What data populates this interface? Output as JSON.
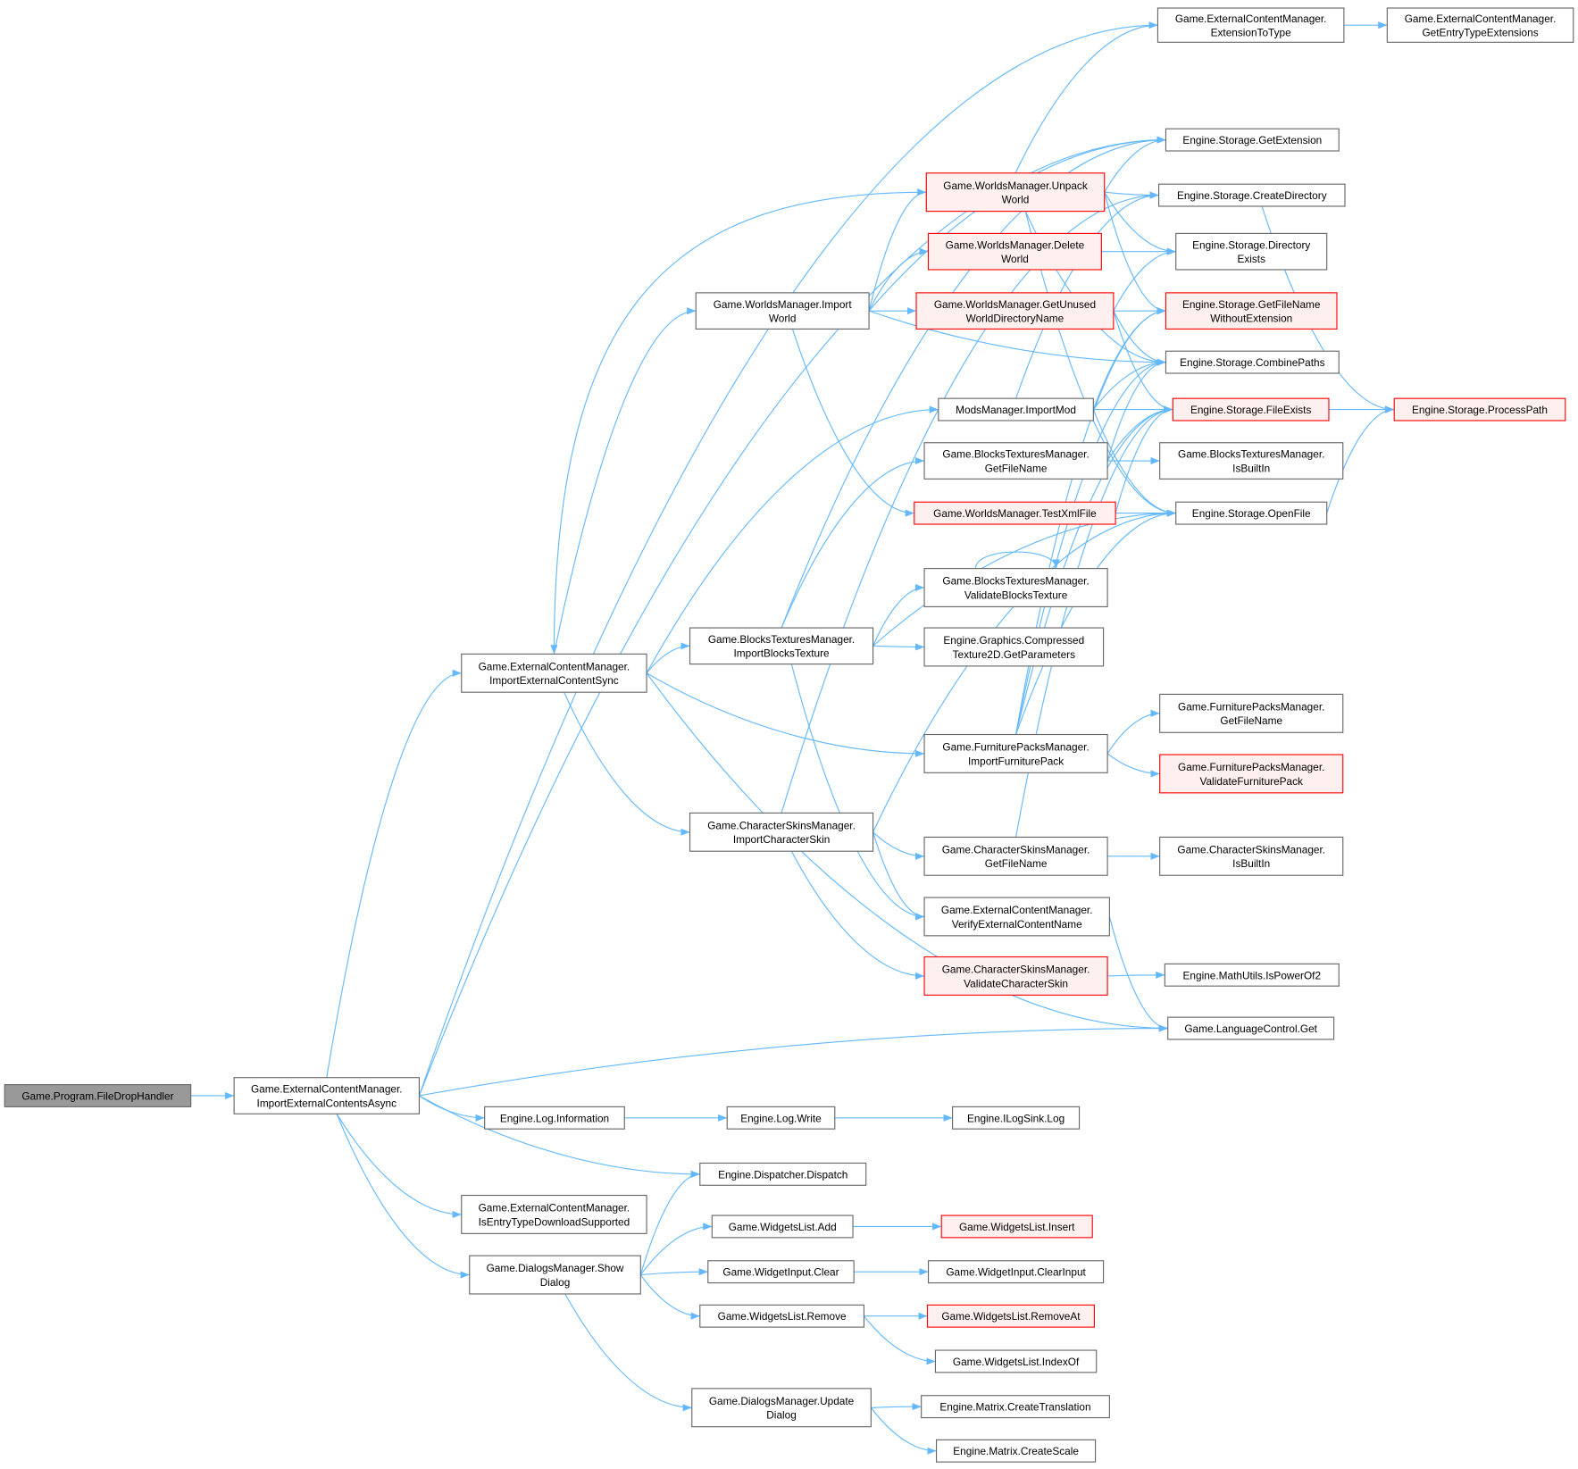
{
  "title": "Call graph of Game.Program.FileDropHandler",
  "colors": {
    "edge": "#63b8ff",
    "highlight_border": "#ff0000",
    "highlight_fill": "#fff0f0",
    "root_fill": "#999999"
  },
  "nodes": [
    {
      "id": "root",
      "lines": [
        "Game.Program.FileDropHandler"
      ],
      "style": "gray"
    },
    {
      "id": "asyncImp",
      "lines": [
        "Game.ExternalContentManager.",
        "ImportExternalContentsAsync"
      ],
      "style": ""
    },
    {
      "id": "extToType",
      "lines": [
        "Game.ExternalContentManager.",
        "ExtensionToType"
      ],
      "style": ""
    },
    {
      "id": "entryExt",
      "lines": [
        "Game.ExternalContentManager.",
        "GetEntryTypeExtensions"
      ],
      "style": ""
    },
    {
      "id": "getExt",
      "lines": [
        "Engine.Storage.GetExtension"
      ],
      "style": ""
    },
    {
      "id": "unpack",
      "lines": [
        "Game.WorldsManager.Unpack",
        "World"
      ],
      "style": "red"
    },
    {
      "id": "createDir",
      "lines": [
        "Engine.Storage.CreateDirectory"
      ],
      "style": ""
    },
    {
      "id": "deleteWorld",
      "lines": [
        "Game.WorldsManager.Delete",
        "World"
      ],
      "style": "red"
    },
    {
      "id": "dirExists",
      "lines": [
        "Engine.Storage.Directory",
        "Exists"
      ],
      "style": ""
    },
    {
      "id": "importWorld",
      "lines": [
        "Game.WorldsManager.Import",
        "World"
      ],
      "style": ""
    },
    {
      "id": "unusedDir",
      "lines": [
        "Game.WorldsManager.GetUnused",
        "WorldDirectoryName"
      ],
      "style": "red"
    },
    {
      "id": "fnNoExt",
      "lines": [
        "Engine.Storage.GetFileName",
        "WithoutExtension"
      ],
      "style": "red"
    },
    {
      "id": "combine",
      "lines": [
        "Engine.Storage.CombinePaths"
      ],
      "style": ""
    },
    {
      "id": "importMod",
      "lines": [
        "ModsManager.ImportMod"
      ],
      "style": ""
    },
    {
      "id": "fileExists",
      "lines": [
        "Engine.Storage.FileExists"
      ],
      "style": "red"
    },
    {
      "id": "processPath",
      "lines": [
        "Engine.Storage.ProcessPath"
      ],
      "style": "red"
    },
    {
      "id": "btGetFile",
      "lines": [
        "Game.BlocksTexturesManager.",
        "GetFileName"
      ],
      "style": ""
    },
    {
      "id": "btBuiltIn",
      "lines": [
        "Game.BlocksTexturesManager.",
        "IsBuiltIn"
      ],
      "style": ""
    },
    {
      "id": "testXml",
      "lines": [
        "Game.WorldsManager.TestXmlFile"
      ],
      "style": "red"
    },
    {
      "id": "openFile",
      "lines": [
        "Engine.Storage.OpenFile"
      ],
      "style": ""
    },
    {
      "id": "btValidate",
      "lines": [
        "Game.BlocksTexturesManager.",
        "ValidateBlocksTexture"
      ],
      "style": ""
    },
    {
      "id": "syncImp",
      "lines": [
        "Game.ExternalContentManager.",
        "ImportExternalContentSync"
      ],
      "style": ""
    },
    {
      "id": "btImport",
      "lines": [
        "Game.BlocksTexturesManager.",
        "ImportBlocksTexture"
      ],
      "style": ""
    },
    {
      "id": "texParams",
      "lines": [
        "Engine.Graphics.Compressed",
        "Texture2D.GetParameters"
      ],
      "style": ""
    },
    {
      "id": "fpGetFile",
      "lines": [
        "Game.FurniturePacksManager.",
        "GetFileName"
      ],
      "style": ""
    },
    {
      "id": "fpImport",
      "lines": [
        "Game.FurniturePacksManager.",
        "ImportFurniturePack"
      ],
      "style": ""
    },
    {
      "id": "fpValidate",
      "lines": [
        "Game.FurniturePacksManager.",
        "ValidateFurniturePack"
      ],
      "style": "red"
    },
    {
      "id": "csImport",
      "lines": [
        "Game.CharacterSkinsManager.",
        "ImportCharacterSkin"
      ],
      "style": ""
    },
    {
      "id": "csGetFile",
      "lines": [
        "Game.CharacterSkinsManager.",
        "GetFileName"
      ],
      "style": ""
    },
    {
      "id": "csBuiltIn",
      "lines": [
        "Game.CharacterSkinsManager.",
        "IsBuiltIn"
      ],
      "style": ""
    },
    {
      "id": "verifyName",
      "lines": [
        "Game.ExternalContentManager.",
        "VerifyExternalContentName"
      ],
      "style": ""
    },
    {
      "id": "csValidate",
      "lines": [
        "Game.CharacterSkinsManager.",
        "ValidateCharacterSkin"
      ],
      "style": "red"
    },
    {
      "id": "pow2",
      "lines": [
        "Engine.MathUtils.IsPowerOf2"
      ],
      "style": ""
    },
    {
      "id": "langGet",
      "lines": [
        "Game.LanguageControl.Get"
      ],
      "style": ""
    },
    {
      "id": "logInfo",
      "lines": [
        "Engine.Log.Information"
      ],
      "style": ""
    },
    {
      "id": "logWrite",
      "lines": [
        "Engine.Log.Write"
      ],
      "style": ""
    },
    {
      "id": "sinkLog",
      "lines": [
        "Engine.ILogSink.Log"
      ],
      "style": ""
    },
    {
      "id": "dispatch",
      "lines": [
        "Engine.Dispatcher.Dispatch"
      ],
      "style": ""
    },
    {
      "id": "dlSupported",
      "lines": [
        "Game.ExternalContentManager.",
        "IsEntryTypeDownloadSupported"
      ],
      "style": ""
    },
    {
      "id": "showDialog",
      "lines": [
        "Game.DialogsManager.Show",
        "Dialog"
      ],
      "style": ""
    },
    {
      "id": "wlAdd",
      "lines": [
        "Game.WidgetsList.Add"
      ],
      "style": ""
    },
    {
      "id": "wlInsert",
      "lines": [
        "Game.WidgetsList.Insert"
      ],
      "style": "red"
    },
    {
      "id": "wiClear",
      "lines": [
        "Game.WidgetInput.Clear"
      ],
      "style": ""
    },
    {
      "id": "wiClearInput",
      "lines": [
        "Game.WidgetInput.ClearInput"
      ],
      "style": ""
    },
    {
      "id": "wlRemove",
      "lines": [
        "Game.WidgetsList.Remove"
      ],
      "style": ""
    },
    {
      "id": "wlRemoveAt",
      "lines": [
        "Game.WidgetsList.RemoveAt"
      ],
      "style": "red"
    },
    {
      "id": "wlIndexOf",
      "lines": [
        "Game.WidgetsList.IndexOf"
      ],
      "style": ""
    },
    {
      "id": "updDialog",
      "lines": [
        "Game.DialogsManager.Update",
        "Dialog"
      ],
      "style": ""
    },
    {
      "id": "mTrans",
      "lines": [
        "Engine.Matrix.CreateTranslation"
      ],
      "style": ""
    },
    {
      "id": "mScale",
      "lines": [
        "Engine.Matrix.CreateScale"
      ],
      "style": ""
    }
  ],
  "edges": [
    [
      "root",
      "asyncImp"
    ],
    [
      "asyncImp",
      "extToType"
    ],
    [
      "asyncImp",
      "getExt"
    ],
    [
      "asyncImp",
      "syncImp"
    ],
    [
      "asyncImp",
      "langGet"
    ],
    [
      "asyncImp",
      "logInfo"
    ],
    [
      "asyncImp",
      "dispatch"
    ],
    [
      "asyncImp",
      "dlSupported"
    ],
    [
      "asyncImp",
      "showDialog"
    ],
    [
      "extToType",
      "entryExt"
    ],
    [
      "syncImp",
      "importWorld"
    ],
    [
      "syncImp",
      "importMod"
    ],
    [
      "syncImp",
      "btImport"
    ],
    [
      "syncImp",
      "fpImport"
    ],
    [
      "syncImp",
      "csImport"
    ],
    [
      "syncImp",
      "langGet"
    ],
    [
      "importWorld",
      "unpack"
    ],
    [
      "importWorld",
      "deleteWorld"
    ],
    [
      "importWorld",
      "unusedDir"
    ],
    [
      "importWorld",
      "combine"
    ],
    [
      "importWorld",
      "testXml"
    ],
    [
      "importWorld",
      "getExt"
    ],
    [
      "unpack",
      "extToType"
    ],
    [
      "unpack",
      "getExt"
    ],
    [
      "unpack",
      "createDir"
    ],
    [
      "unpack",
      "dirExists"
    ],
    [
      "unpack",
      "fnNoExt"
    ],
    [
      "unpack",
      "combine"
    ],
    [
      "unpack",
      "openFile"
    ],
    [
      "unpack",
      "syncImp"
    ],
    [
      "deleteWorld",
      "dirExists"
    ],
    [
      "unusedDir",
      "dirExists"
    ],
    [
      "unusedDir",
      "fnNoExt"
    ],
    [
      "unusedDir",
      "combine"
    ],
    [
      "unusedDir",
      "fileExists"
    ],
    [
      "importMod",
      "combine"
    ],
    [
      "importMod",
      "fileExists"
    ],
    [
      "importMod",
      "fnNoExt"
    ],
    [
      "importMod",
      "createDir"
    ],
    [
      "importMod",
      "openFile"
    ],
    [
      "btGetFile",
      "combine"
    ],
    [
      "btGetFile",
      "btBuiltIn"
    ],
    [
      "btGetFile",
      "fileExists"
    ],
    [
      "testXml",
      "openFile"
    ],
    [
      "testXml",
      "fileExists"
    ],
    [
      "btValidate",
      "btValidate"
    ],
    [
      "btImport",
      "btGetFile"
    ],
    [
      "btImport",
      "btValidate"
    ],
    [
      "btImport",
      "texParams"
    ],
    [
      "btImport",
      "openFile"
    ],
    [
      "btImport",
      "verifyName"
    ],
    [
      "btImport",
      "getExt"
    ],
    [
      "fpImport",
      "fpGetFile"
    ],
    [
      "fpImport",
      "fpValidate"
    ],
    [
      "fpImport",
      "openFile"
    ],
    [
      "fpImport",
      "combine"
    ],
    [
      "fpImport",
      "fileExists"
    ],
    [
      "fpImport",
      "fnNoExt"
    ],
    [
      "csImport",
      "csGetFile"
    ],
    [
      "csImport",
      "verifyName"
    ],
    [
      "csImport",
      "csValidate"
    ],
    [
      "csImport",
      "openFile"
    ],
    [
      "csImport",
      "createDir"
    ],
    [
      "csGetFile",
      "csBuiltIn"
    ],
    [
      "csGetFile",
      "fileExists"
    ],
    [
      "verifyName",
      "langGet"
    ],
    [
      "csValidate",
      "pow2"
    ],
    [
      "createDir",
      "processPath"
    ],
    [
      "fileExists",
      "processPath"
    ],
    [
      "openFile",
      "processPath"
    ],
    [
      "logInfo",
      "logWrite"
    ],
    [
      "logWrite",
      "sinkLog"
    ],
    [
      "showDialog",
      "dispatch"
    ],
    [
      "showDialog",
      "wlAdd"
    ],
    [
      "showDialog",
      "wiClear"
    ],
    [
      "showDialog",
      "wlRemove"
    ],
    [
      "showDialog",
      "updDialog"
    ],
    [
      "wlAdd",
      "wlInsert"
    ],
    [
      "wiClear",
      "wiClearInput"
    ],
    [
      "wlRemove",
      "wlRemoveAt"
    ],
    [
      "wlRemove",
      "wlIndexOf"
    ],
    [
      "updDialog",
      "mTrans"
    ],
    [
      "updDialog",
      "mScale"
    ]
  ]
}
